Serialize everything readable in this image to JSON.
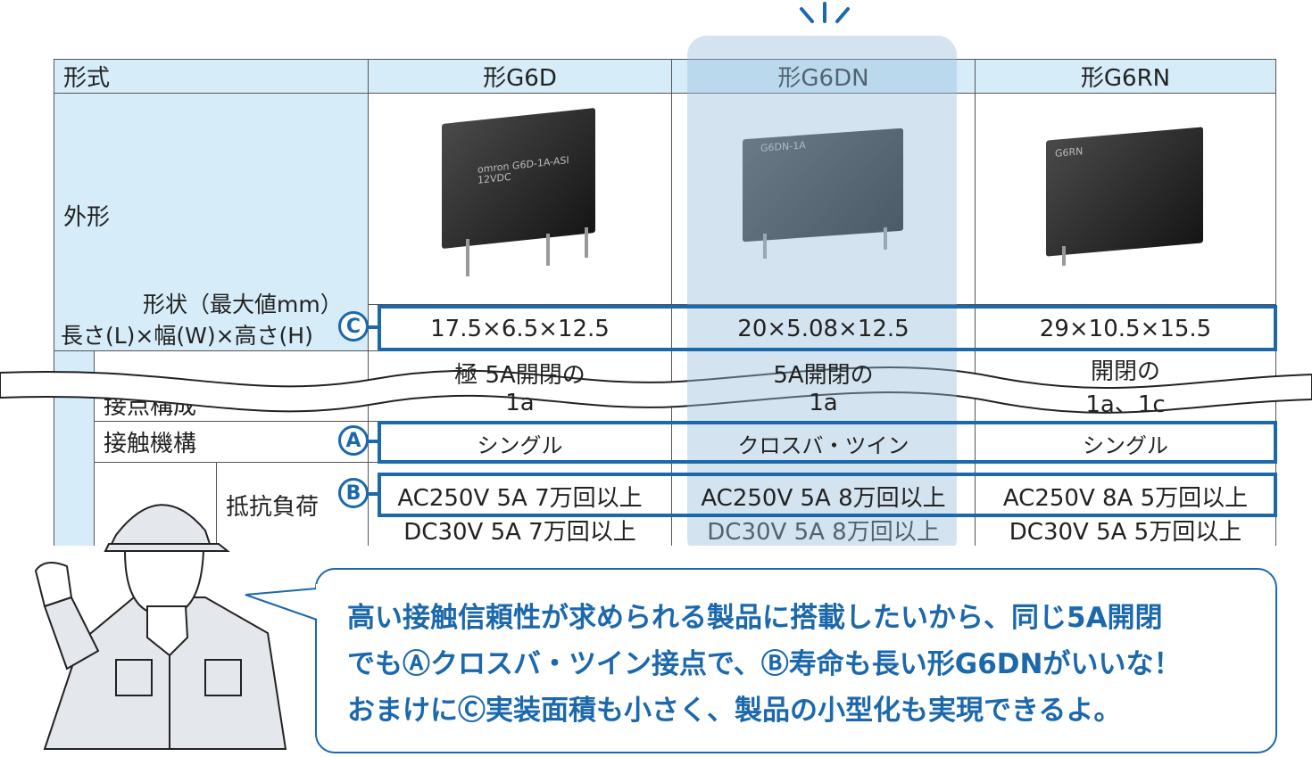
{
  "table": {
    "header": {
      "label": "形式",
      "models": [
        "形G6D",
        "形G6DN",
        "形G6RN"
      ]
    },
    "appearance_label": "外形",
    "dimension_label_1": "形状（最大値mm）",
    "dimension_label_2": "長さ(L)×幅(W)×高さ(H)",
    "dimensions": [
      "17.5×6.5×12.5",
      "20×5.08×12.5",
      "29×10.5×15.5"
    ],
    "contact_config_label": "接点構成",
    "contact_config_top": [
      "極 5A開閉の",
      "5A開閉の",
      "開閉の"
    ],
    "contact_config": [
      "1a",
      "1a",
      "1a、1c"
    ],
    "contact_mechanism_label": "接触機構",
    "contact_mechanism": [
      "シングル",
      "クロスバ・ツイン",
      "シングル"
    ],
    "load_label": "抵抗負荷",
    "life_ac": [
      "AC250V 5A 7万回以上",
      "AC250V 5A 8万回以上",
      "AC250V 8A 5万回以上"
    ],
    "life_dc": [
      "DC30V 5A 7万回以上",
      "DC30V 5A 8万回以上",
      "DC30V 5A 5万回以上"
    ],
    "relay_print": [
      "omron G6D-1A-ASI 12VDC",
      "G6DN-1A",
      "G6RN"
    ]
  },
  "badges": {
    "a": "A",
    "b": "B",
    "c": "C"
  },
  "speech": [
    "高い接触信頼性が求められる製品に搭載したいから、同じ5A開閉",
    "でもⒶクロスバ・ツイン接点で、Ⓑ寿命も長い形G6DNがいいな！",
    "おまけにⒸ実装面積も小さく、製品の小型化も実現できるよ。"
  ],
  "colors": {
    "accent": "#1b68ad",
    "header_bg": "#d6ecf8"
  }
}
